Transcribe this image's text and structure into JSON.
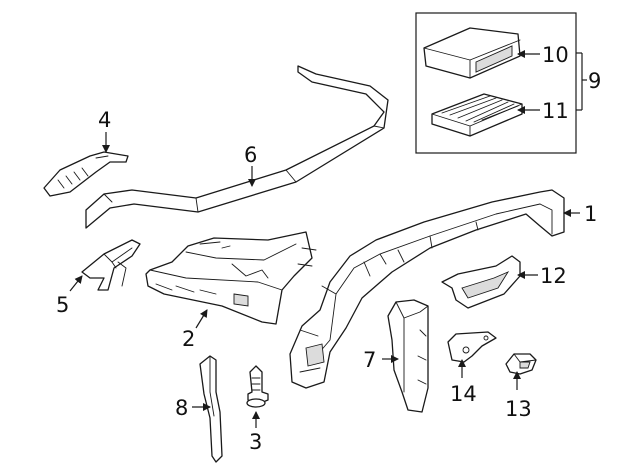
{
  "callouts": {
    "c1": "1",
    "c2": "2",
    "c3": "3",
    "c4": "4",
    "c5": "5",
    "c6": "6",
    "c7": "7",
    "c8": "8",
    "c9": "9",
    "c10": "10",
    "c11": "11",
    "c12": "12",
    "c13": "13",
    "c14": "14"
  },
  "colors": {
    "line": "#1a1a1a",
    "background": "#ffffff",
    "shade": "#dcdcdc"
  },
  "icons": [
    "arrow-head-icon"
  ]
}
